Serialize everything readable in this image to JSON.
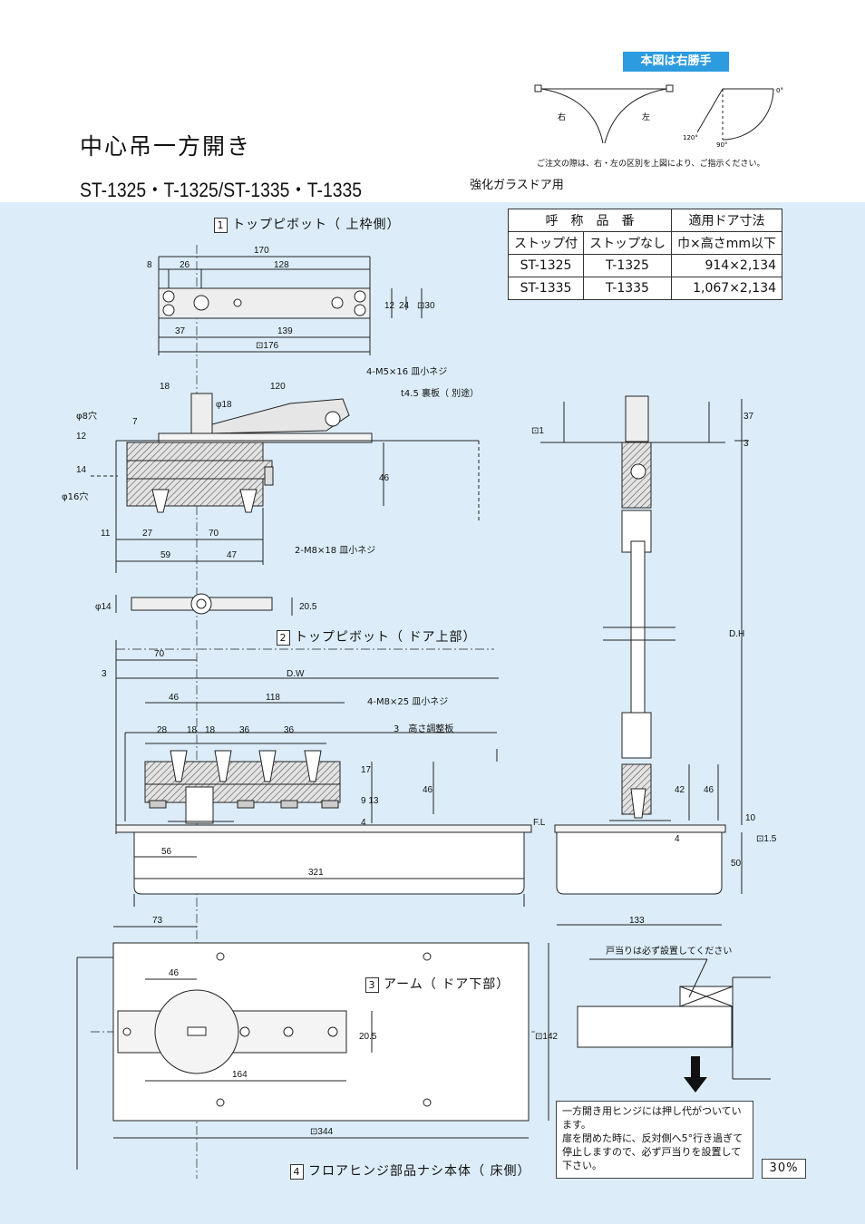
{
  "header": {
    "title": "中心吊一方開き",
    "models": "ST-1325・T-1325/ST-1335・T-1335",
    "subtitle": "強化ガラスドア用",
    "badge": "本図は右勝手",
    "order_note": "ご注文の際は、右・左の区別を上図により、ご指示ください。",
    "swing_right": "右",
    "swing_left": "左",
    "angle_0": "0°",
    "angle_90": "90°",
    "angle_120": "120°"
  },
  "table": {
    "h1": "呼　称　品　番",
    "h2": "適用ドア寸法",
    "c1": "ストップ付",
    "c2": "ストップなし",
    "c3": "巾×高さmm以下",
    "rows": [
      {
        "a": "ST-1325",
        "b": "T-1325",
        "c": "914×2,134"
      },
      {
        "a": "ST-1335",
        "b": "T-1335",
        "c": "1,067×2,134"
      }
    ]
  },
  "labels": {
    "l1_num": "1",
    "l1": "トップピボット（ 上枠側）",
    "l2_num": "2",
    "l2": "トップピボット（ ドア上部）",
    "l3_num": "3",
    "l3": "アーム（ ドア下部）",
    "l4_num": "4",
    "l4": "フロアヒンジ部品ナシ本体（ 床側）"
  },
  "callouts": {
    "screw_m5": "4-M5×16 皿小ネジ",
    "backplate": "t4.5 裏板（ 別途）",
    "hole8": "φ8穴",
    "hole16": "φ16穴",
    "screw_m8_18": "2-M8×18 皿小ネジ",
    "screw_m8_25": "4-M8×25 皿小ネジ",
    "adjust": "3　高さ調整板",
    "fl": "F.L",
    "dh": "D.H",
    "dw": "D.W",
    "stop_note": "戸当りは必ず設置してください"
  },
  "dims": {
    "d170": "170",
    "d8": "8",
    "d26": "26",
    "d128": "128",
    "d12a": "12",
    "d24": "24",
    "d30": "⊡30",
    "d37a": "37",
    "d139": "139",
    "d176": "⊡176",
    "d18a": "18",
    "d120": "120",
    "d18phi": "φ18",
    "d7": "7",
    "d12b": "12",
    "d14": "14",
    "d46a": "46",
    "d11": "11",
    "d27": "27",
    "d70a": "70",
    "d59": "59",
    "d47": "47",
    "dphi14": "φ14",
    "d205a": "20.5",
    "d70b": "70",
    "d3a": "3",
    "d46b": "46",
    "d118": "118",
    "d28": "28",
    "d18b": "18",
    "d18c": "18",
    "d36a": "36",
    "d36b": "36",
    "d17": "17",
    "d913": "9 13",
    "d4a": "4",
    "d46c": "46",
    "d56": "56",
    "d321": "321",
    "dr1": "⊡1",
    "d37b": "37",
    "d3b": "3",
    "d42": "42",
    "d46d": "46",
    "d10": "10",
    "d4b": "4",
    "dr15": "⊡1.5",
    "d50": "50",
    "d133": "133",
    "d73": "73",
    "d46e": "46",
    "d205b": "20.5",
    "d164": "164",
    "d142": "⊡142",
    "d344": "⊡344"
  },
  "notice": {
    "line1": "一方開き用ヒンジには押し代がついています。",
    "line2": "扉を閉めた時に、反対側へ5°行き過ぎて停止しますので、必ず戸当りを設置して下さい。"
  },
  "scale": "30%",
  "colors": {
    "panel": "#dcedf9",
    "badge": "#2d9be0",
    "hatch": "#555555"
  }
}
